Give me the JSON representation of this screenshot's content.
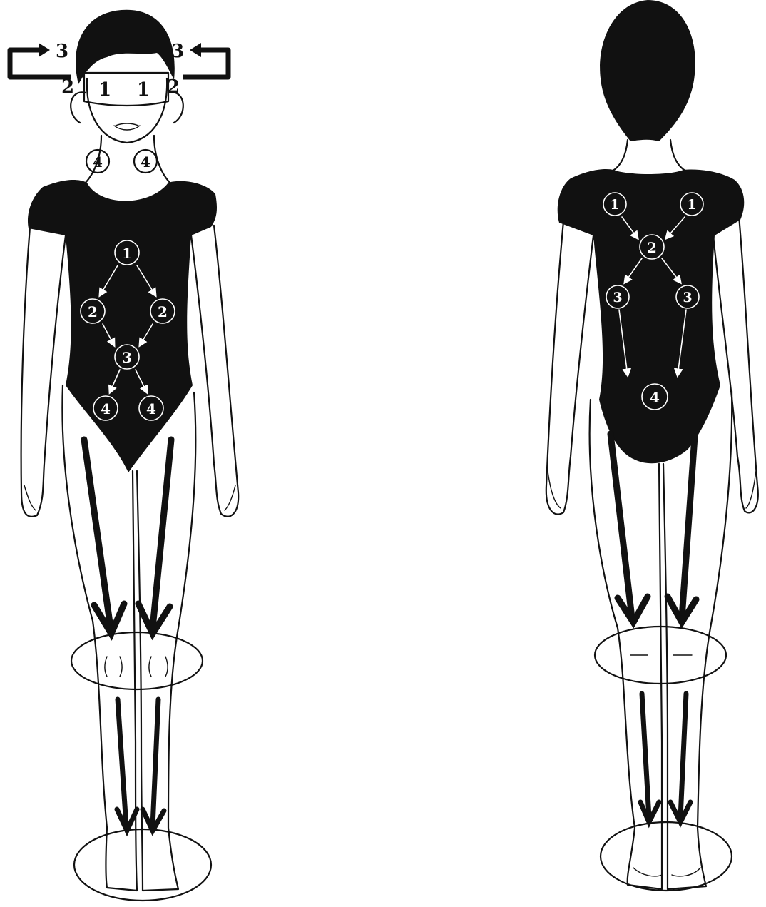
{
  "front": {
    "head_labels": {
      "eye_left": "1",
      "eye_right": "1",
      "ear_left": "2",
      "ear_right": "2",
      "loop_left": "3",
      "loop_right": "3"
    },
    "neck_labels": [
      "4",
      "4"
    ],
    "torso_labels": {
      "top": "1",
      "mid_left": "2",
      "mid_right": "2",
      "center": "3",
      "low_left": "4",
      "low_right": "4"
    }
  },
  "back": {
    "torso_labels": {
      "top_left": "1",
      "top_right": "1",
      "center": "2",
      "mid_left": "3",
      "mid_right": "3",
      "bottom": "4"
    }
  },
  "colors": {
    "ink": "#111111",
    "paper": "#ffffff"
  }
}
